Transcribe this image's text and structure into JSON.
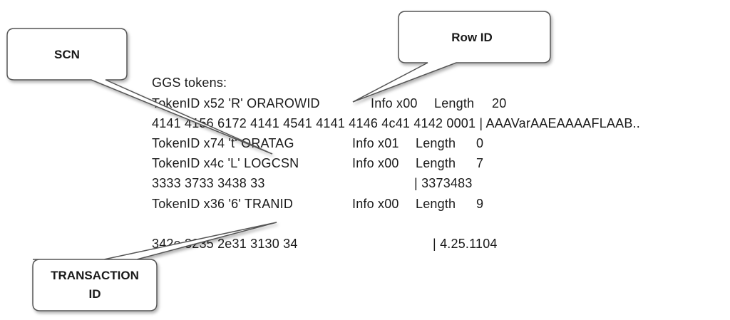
{
  "tokens": {
    "header": "GGS tokens:",
    "rows": [
      {
        "a": "TokenID x52 'R' ORAROWID",
        "b": "Info x00",
        "c": "Length",
        "d": "20"
      },
      {
        "a": "4141 4156 6172 4141 4541 4141 4146 4c41 4142 0001 | AAAVarAAEAAAAFLAAB.."
      },
      {
        "a": "TokenID x74 't' ORATAG",
        "b": "Info x01",
        "c": "Length",
        "d": "0"
      },
      {
        "a": "TokenID x4c 'L' LOGCSN",
        "b": "Info x00",
        "c": "Length",
        "d": "7"
      },
      {
        "a": "3333 3733 3438 33",
        "e": "| 3373483"
      },
      {
        "a": "TokenID x36 '6' TRANID",
        "b": "Info x00",
        "c": "Length",
        "d": "9"
      },
      {
        "a": "342e 3235 2e31 3130 34",
        "e": "| 4.25.1104"
      }
    ]
  },
  "callouts": {
    "scn": "SCN",
    "row_id": "Row ID",
    "transaction_id_line1": "TRANSACTION",
    "transaction_id_line2": "ID"
  }
}
